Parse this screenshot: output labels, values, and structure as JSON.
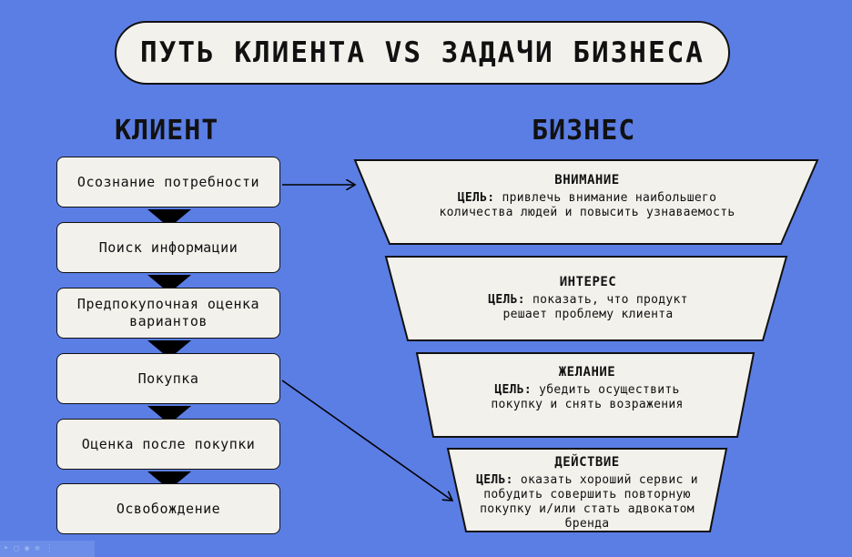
{
  "title": "ПУТЬ КЛИЕНТА VS ЗАДАЧИ БИЗНЕСА",
  "client": {
    "heading": "КЛИЕНТ",
    "steps": [
      "Осознание потребности",
      "Поиск информации",
      "Предпокупочная оценка вариантов",
      "Покупка",
      "Оценка после покупки",
      "Освобождение"
    ]
  },
  "business": {
    "heading": "БИЗНЕС",
    "stages": [
      {
        "name": "ВНИМАНИЕ",
        "goal_label": "ЦЕЛЬ:",
        "goal": "привлечь внимание наибольшего количества людей и повысить узнаваемость"
      },
      {
        "name": "ИНТЕРЕС",
        "goal_label": "ЦЕЛЬ:",
        "goal": "показать, что продукт решает проблему клиента"
      },
      {
        "name": "ЖЕЛАНИЕ",
        "goal_label": "ЦЕЛЬ:",
        "goal": "убедить осуществить покупку и снять возражения"
      },
      {
        "name": "ДЕЙСТВИЕ",
        "goal_label": "ЦЕЛЬ:",
        "goal": "оказать хороший сервис и побудить совершить повторную покупку и/или стать адвокатом бренда"
      }
    ]
  },
  "colors": {
    "background": "#5b7ee5",
    "box": "#f3f1ec",
    "outline": "#111111"
  },
  "toolbar": {
    "icons": [
      "cursor-icon",
      "frame-icon",
      "eye-icon",
      "settings-icon",
      "more-icon"
    ]
  }
}
